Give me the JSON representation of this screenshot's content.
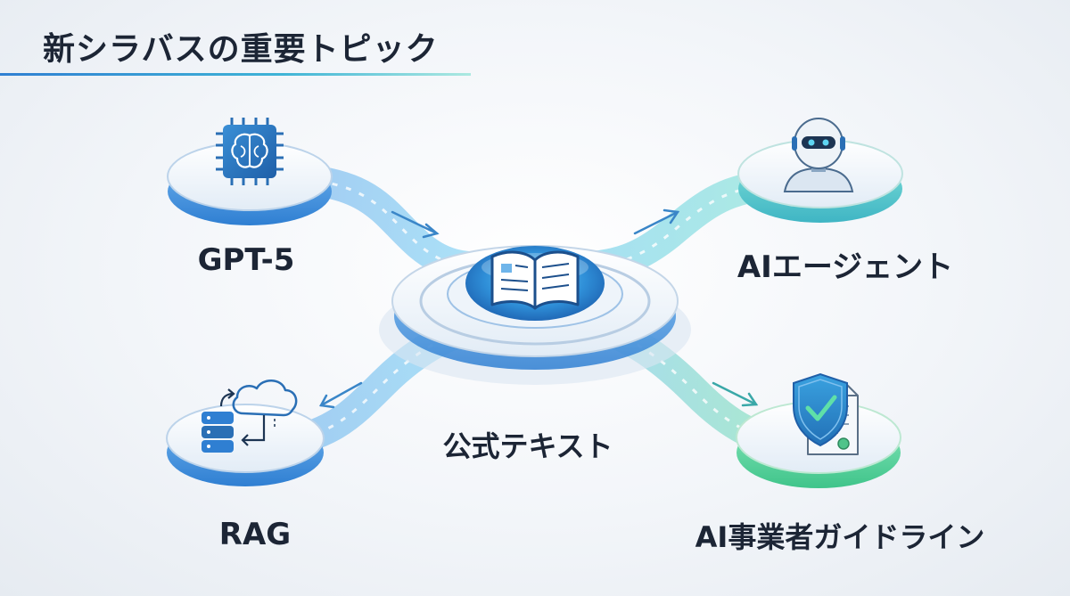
{
  "title": "新シラバスの重要トピック",
  "center": {
    "label": "公式テキスト",
    "icon": "book-icon"
  },
  "nodes": [
    {
      "id": "gpt5",
      "label": "GPT-5",
      "icon": "ai-chip-brain-icon"
    },
    {
      "id": "agent",
      "label": "AIエージェント",
      "icon": "robot-icon"
    },
    {
      "id": "rag",
      "label": "RAG",
      "icon": "cloud-database-icon"
    },
    {
      "id": "guideline",
      "label": "AI事業者ガイドライン",
      "icon": "shield-document-icon"
    }
  ],
  "colors": {
    "blue_accent": "#2f7fd2",
    "teal_accent": "#3fc7c0",
    "green_accent": "#4fd69a",
    "text": "#1c2535"
  }
}
